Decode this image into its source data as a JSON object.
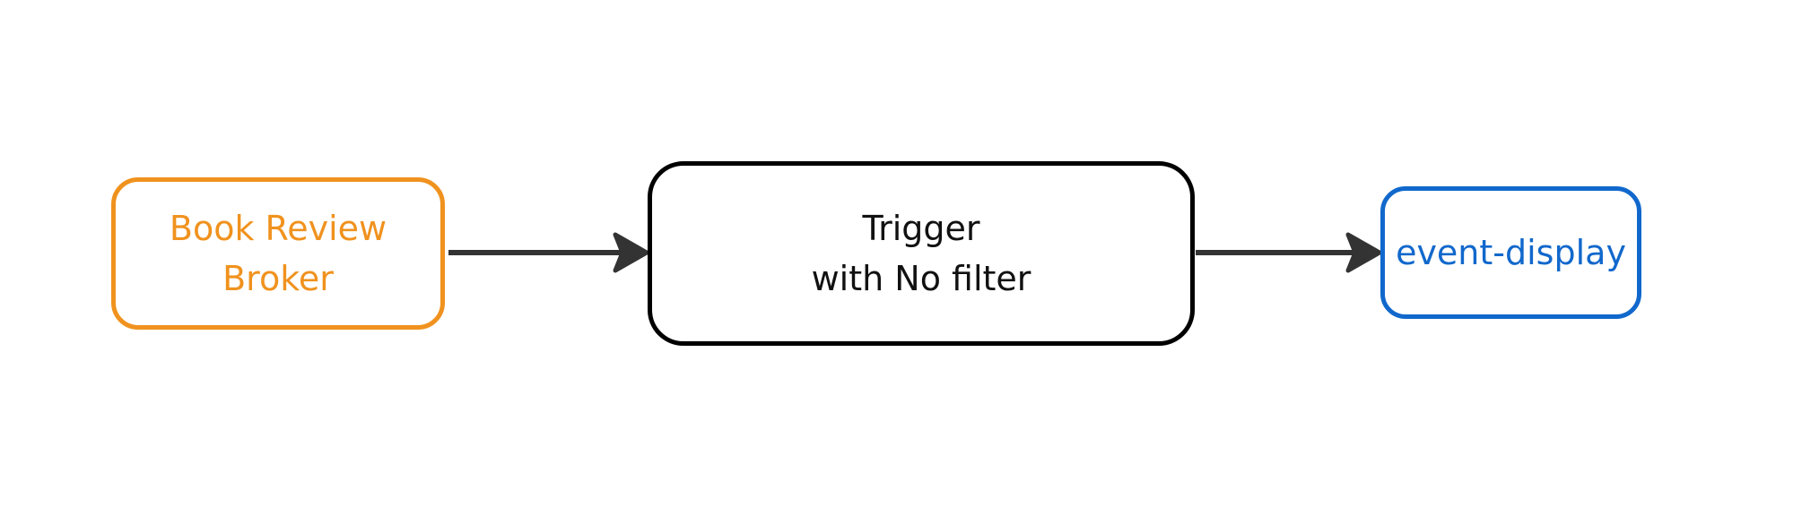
{
  "diagram": {
    "nodes": {
      "broker": {
        "line1": "Book Review",
        "line2": "Broker",
        "color": "#f0921e"
      },
      "trigger": {
        "line1": "Trigger",
        "line2": "with No filter",
        "color": "#000000"
      },
      "display": {
        "label": "event-display",
        "color": "#1168cc"
      }
    },
    "edges": [
      {
        "from": "broker",
        "to": "trigger"
      },
      {
        "from": "trigger",
        "to": "display"
      }
    ],
    "edge_color": "#333333"
  }
}
